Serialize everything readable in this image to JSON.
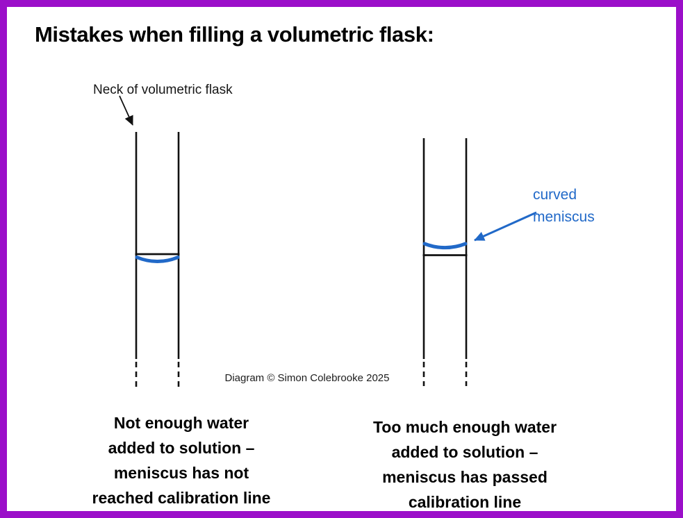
{
  "title": "Mistakes when filling a volumetric flask:",
  "colors": {
    "border_purple": "#9B0FC9",
    "accent_blue": "#2169C8",
    "ink": "#000000"
  },
  "annotations": {
    "neck_label": "Neck of volumetric flask",
    "meniscus_label": "curved\nmeniscus",
    "copyright": "Diagram © Simon Colebrooke 2025"
  },
  "captions": {
    "left": {
      "lines": [
        "Not enough water",
        "added to solution –",
        "meniscus has not",
        "reached calibration line"
      ]
    },
    "right": {
      "lines": [
        "Too much enough water",
        "added to solution –",
        "meniscus has passed",
        "calibration line"
      ]
    }
  }
}
